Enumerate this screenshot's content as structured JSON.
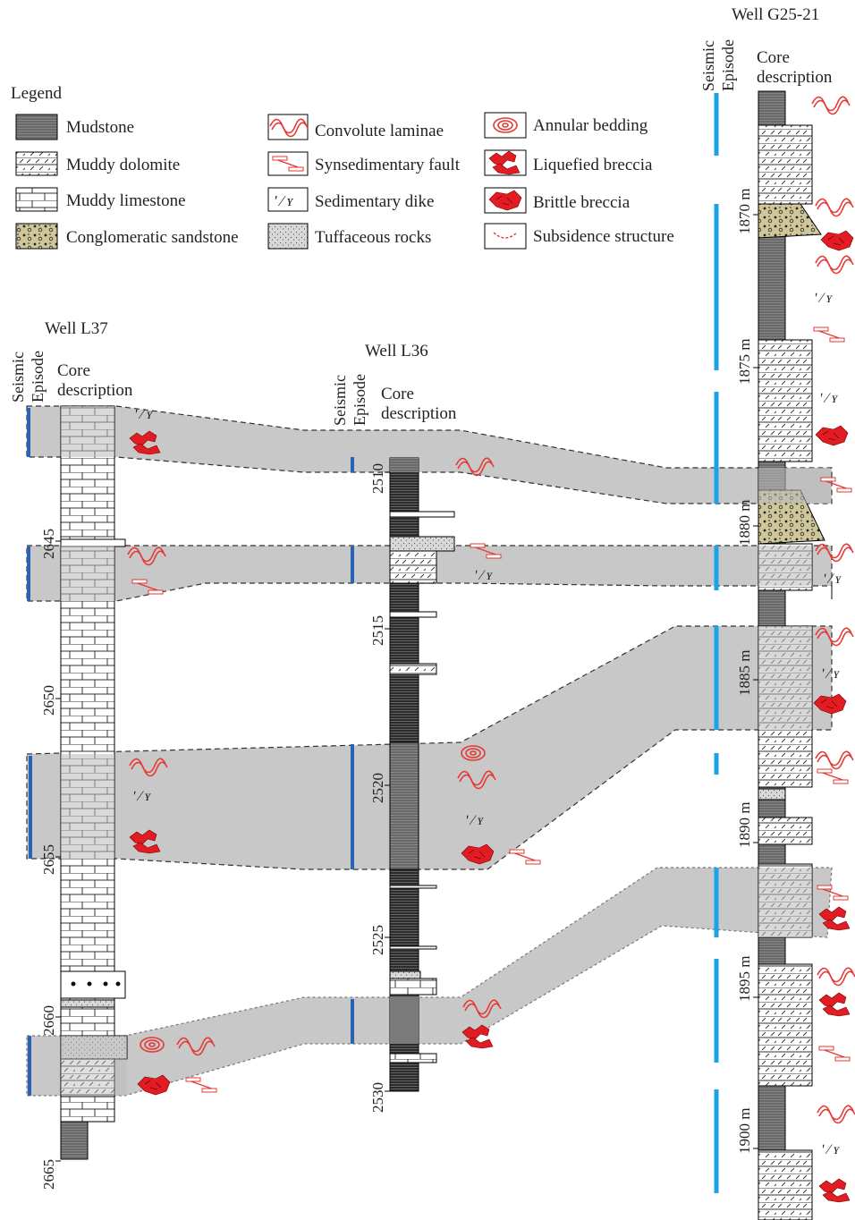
{
  "legend": {
    "title": "Legend",
    "items": [
      {
        "key": "mudstone",
        "label": "Mudstone"
      },
      {
        "key": "muddy_dolomite",
        "label": "Muddy dolomite"
      },
      {
        "key": "muddy_limestone",
        "label": "Muddy limestone"
      },
      {
        "key": "conglomeratic_sandstone",
        "label": "Conglomeratic sandstone"
      },
      {
        "key": "convolute",
        "label": "Convolute laminae"
      },
      {
        "key": "fault",
        "label": "Synsedimentary fault"
      },
      {
        "key": "dike",
        "label": "Sedimentary dike"
      },
      {
        "key": "tuff",
        "label": "Tuffaceous rocks"
      },
      {
        "key": "annular",
        "label": "Annular bedding"
      },
      {
        "key": "liquefied",
        "label": "Liquefied breccia"
      },
      {
        "key": "brittle",
        "label": "Brittle breccia"
      },
      {
        "key": "subsidence",
        "label": "Subsidence structure"
      }
    ]
  },
  "column_headers": {
    "seismic": "Seismic",
    "episode": "Episode",
    "core": "Core",
    "description": "description"
  },
  "wells": {
    "l37": {
      "name": "Well L37",
      "depths": [
        "2645",
        "2650",
        "2655",
        "2660",
        "2665"
      ]
    },
    "l36": {
      "name": "Well L36",
      "depths": [
        "2510",
        "2515",
        "2520",
        "2525",
        "2530"
      ]
    },
    "g25": {
      "name": "Well G25-21",
      "depths": [
        "1870 m",
        "1875 m",
        "1880 m",
        "1885 m",
        "1890 m",
        "1895 m",
        "1900 m"
      ]
    }
  },
  "dike_symbol": "ʹ ⁄ ʏ",
  "colors": {
    "band": "#c8c8c8",
    "episode_dark": "#2a63b5",
    "episode_light": "#1aa3e8",
    "red": "#e11d23",
    "mud": "#2f2f2f",
    "sand": "#cfc79a"
  }
}
